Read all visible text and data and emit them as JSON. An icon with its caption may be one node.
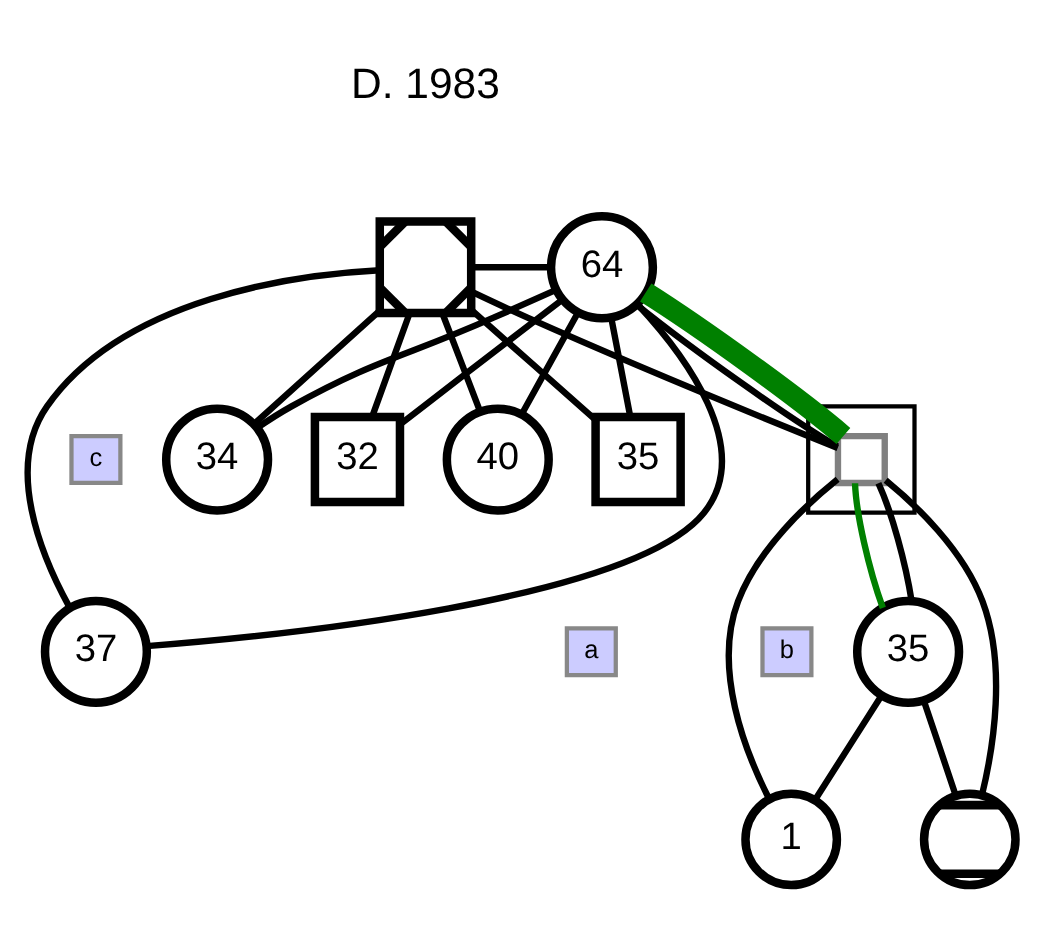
{
  "diagram": {
    "nodes": [
      {
        "text": [],
        "shape": "box",
        "beside": [
          "D. 1983"
        ]
      },
      {
        "text": [
          "64"
        ]
      },
      {
        "text": [
          "40"
        ]
      },
      {
        "text": [],
        "shape": "box"
      },
      {
        "text": [],
        "shape": "box",
        "in": 3
      },
      {
        "text": [
          "37"
        ]
      },
      {
        "text": [
          "35"
        ]
      },
      {
        "text": [
          "34"
        ]
      },
      {
        "text": [
          "32"
        ]
      },
      {
        "text": [
          "35"
        ]
      },
      {
        "text": [],
        "shape": "circle"
      },
      {
        "text": [
          "1"
        ]
      },
      {
        "text": [
          "c"
        ]
      },
      {
        "text": [
          "b"
        ]
      },
      {
        "text": [
          "a"
        ]
      }
    ],
    "edges": [
      {
        "from": 0,
        "to": 1,
        "arrow": "none"
      },
      {
        "from": 0,
        "to": 2,
        "arrow": "none"
      },
      {
        "from": 1,
        "to": 2,
        "arrow": "none"
      },
      {
        "from": 0,
        "to": 4,
        "arrow": "none"
      },
      {
        "from": 1,
        "to": 4,
        "arrow": "none"
      },
      {
        "from": 0,
        "to": 5,
        "arrow": "none"
      },
      {
        "from": 1,
        "to": 5,
        "arrow": "none"
      },
      {
        "from": 0,
        "to": 6,
        "arrow": "none"
      },
      {
        "from": 1,
        "to": 6,
        "arrow": "none"
      },
      {
        "from": 0,
        "to": 7,
        "arrow": "none"
      },
      {
        "from": 1,
        "to": 7,
        "arrow": "none"
      },
      {
        "from": 0,
        "to": 8,
        "arrow": "none"
      },
      {
        "from": 1,
        "to": 8,
        "arrow": "none"
      },
      {
        "from": 1,
        "to": 4,
        "arrow": "none",
        "style": "thick",
        "color": "#008000"
      },
      {
        "from": 4,
        "to": 9,
        "arrow": "none",
        "color": "#008000"
      },
      {
        "from": 4,
        "to": 9,
        "arrow": "none"
      },
      {
        "from": 4,
        "to": 10,
        "arrow": "none"
      },
      {
        "from": 9,
        "to": 10,
        "arrow": "none"
      },
      {
        "from": 4,
        "to": 11,
        "arrow": "none"
      },
      {
        "from": 9,
        "to": 11,
        "arrow": "none"
      }
    ]
  }
}
